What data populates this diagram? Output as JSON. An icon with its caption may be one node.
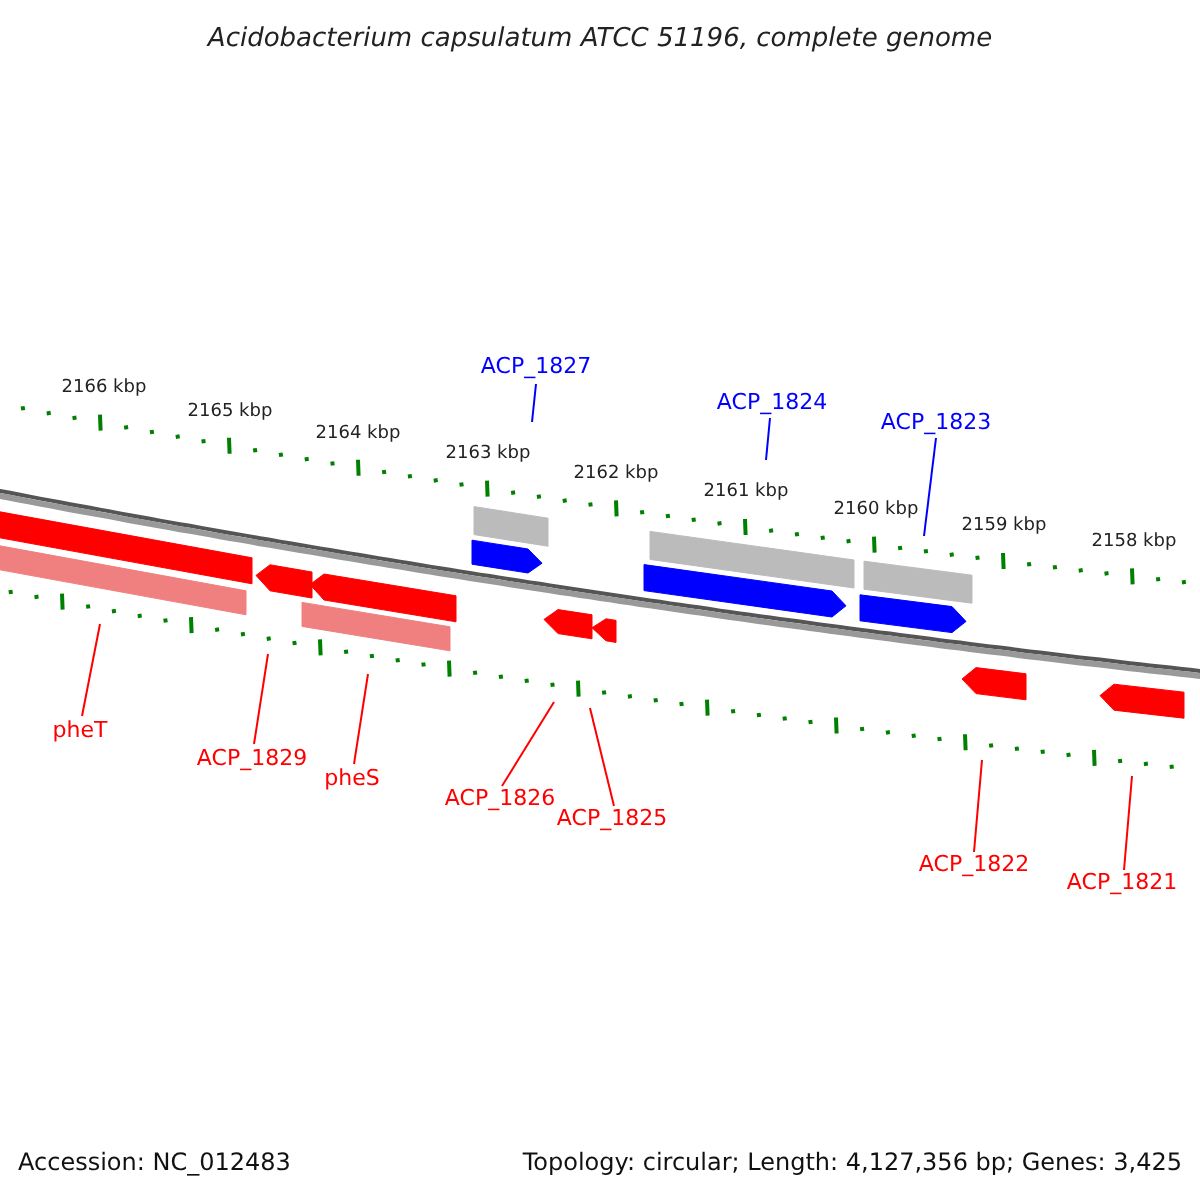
{
  "diagram": {
    "title": "Acidobacterium capsulatum ATCC 51196, complete genome",
    "nodes": [
      {
        "text": [
          "ACP_1827"
        ]
      },
      {
        "text": [
          "ACP_1824"
        ]
      },
      {
        "text": [
          "ACP_1823"
        ]
      },
      {
        "text": [
          "pheT"
        ]
      },
      {
        "text": [
          "ACP_1829"
        ]
      },
      {
        "text": [
          "pheS"
        ]
      },
      {
        "text": [
          "ACP_1826"
        ]
      },
      {
        "text": [
          "ACP_1825"
        ]
      },
      {
        "text": [
          "ACP_1822"
        ]
      },
      {
        "text": [
          "ACP_1821"
        ]
      }
    ],
    "edges": [
      {
        "from": 0,
        "to": null,
        "arrow": "none",
        "color": "#0000ff"
      },
      {
        "from": 1,
        "to": null,
        "arrow": "none",
        "color": "#0000ff"
      },
      {
        "from": 2,
        "to": null,
        "arrow": "none",
        "color": "#0000ff"
      },
      {
        "from": 3,
        "to": null,
        "arrow": "none"
      },
      {
        "from": 4,
        "to": null,
        "arrow": "none"
      },
      {
        "from": 5,
        "to": null,
        "arrow": "none"
      },
      {
        "from": 6,
        "to": null,
        "arrow": "none"
      },
      {
        "from": 7,
        "to": null,
        "arrow": "none"
      },
      {
        "from": 8,
        "to": null,
        "arrow": "none"
      },
      {
        "from": 9,
        "to": null,
        "arrow": "none"
      }
    ],
    "labels": [
      "2166 kbp",
      "2165 kbp",
      "2164 kbp",
      "2163 kbp",
      "2162 kbp",
      "2161 kbp",
      "2160 kbp",
      "2159 kbp",
      "2158 kbp",
      "Accession: NC_012483",
      "Topology: circular; Length: 4,127,356 bp; Genes: 3,425"
    ]
  }
}
